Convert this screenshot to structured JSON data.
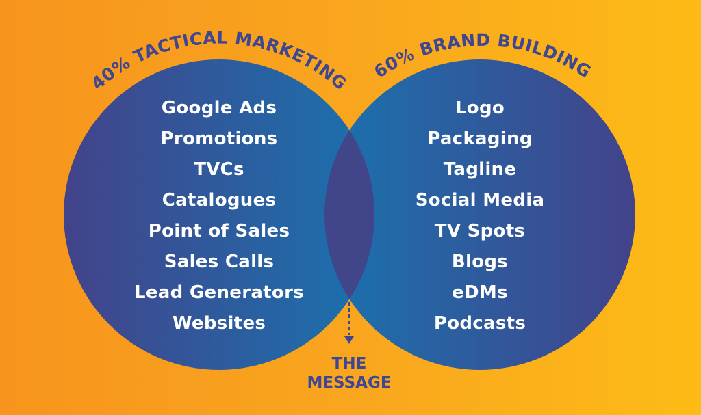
{
  "colors": {
    "background_left": "#f7941d",
    "background_right": "#fdbb16",
    "circle_dark": "#41458a",
    "circle_light": "#1d6fac",
    "overlap": "#41458a",
    "title_text": "#3f4692",
    "list_text": "#ffffff"
  },
  "left_circle": {
    "title": "40% TACTICAL MARKETING",
    "items": [
      "Google Ads",
      "Promotions",
      "TVCs",
      "Catalogues",
      "Point of Sales",
      "Sales Calls",
      "Lead Generators",
      "Websites"
    ]
  },
  "right_circle": {
    "title": "60% BRAND BUILDING",
    "items": [
      "Logo",
      "Packaging",
      "Tagline",
      "Social Media",
      "TV Spots",
      "Blogs",
      "eDMs",
      "Podcasts"
    ]
  },
  "overlap": {
    "label_line1": "THE",
    "label_line2": "MESSAGE"
  }
}
